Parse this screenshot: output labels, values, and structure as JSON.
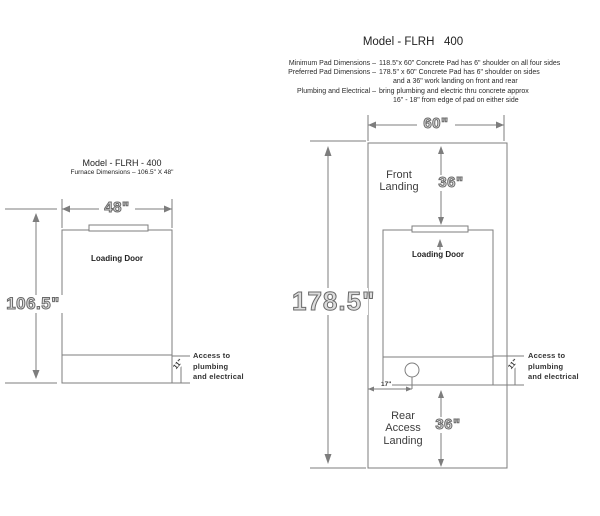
{
  "header": {
    "title": "Model - FLRH   400",
    "specs": [
      {
        "label": "Minimum Pad Dimensions –",
        "value": "118.5\"x 60\" Concrete Pad has 6\" shoulder on all four sides"
      },
      {
        "label": "Preferred Pad Dimensions –",
        "value": "178.5\" x 60\" Concrete Pad has 6\" shoulder on sides"
      },
      {
        "label": "",
        "value": "and a 36\" work landing on front and rear"
      },
      {
        "label": "Plumbing and Electrical –",
        "value": "bring plumbing and electric thru concrete approx"
      },
      {
        "label": "",
        "value": "16\" - 18\" from edge of pad on either side"
      }
    ]
  },
  "left_diagram": {
    "title": "Model - FLRH - 400",
    "subtitle": "Furnace Dimensions – 106.5\" X 48\"",
    "width_dim": "48\"",
    "height_dim": "106.5\"",
    "loading_door_label": "Loading Door",
    "access_height_dim": "11\"",
    "access_note": "Access to\nplumbing\nand electrical"
  },
  "right_diagram": {
    "pad_width_dim": "60\"",
    "pad_height_dim": "178.5\"",
    "front_landing_label": "Front\nLanding",
    "front_landing_dim": "36\"",
    "loading_door_label": "Loading Door",
    "plumbing_offset_dim": "17\"",
    "rear_landing_label": "Rear\nAccess\nLanding",
    "rear_landing_dim": "36\"",
    "access_height_dim": "11\"",
    "access_note": "Access to\nplumbing\nand electrical"
  }
}
